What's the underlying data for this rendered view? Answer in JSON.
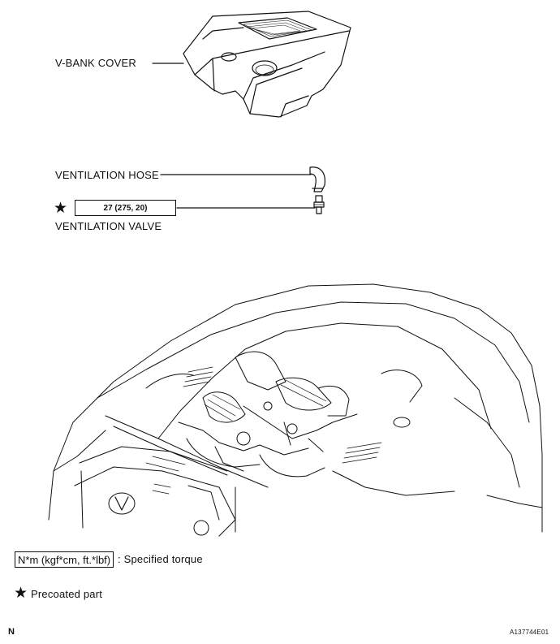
{
  "labels": {
    "v_bank_cover": "V-BANK COVER",
    "ventilation_hose": "VENTILATION HOSE",
    "ventilation_valve": "VENTILATION VALVE",
    "torque_value": "27 (275, 20)"
  },
  "legend": {
    "torque_units": "N*m (kgf*cm, ft.*lbf)",
    "torque_desc": ": Specified torque",
    "precoated_desc": "Precoated part",
    "star_symbol": "★"
  },
  "footer": {
    "left_code": "N",
    "right_code": "A137744E01"
  }
}
